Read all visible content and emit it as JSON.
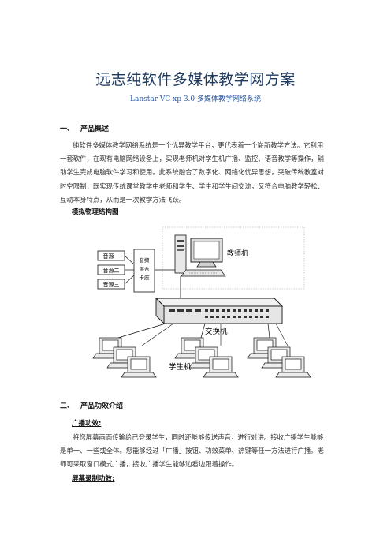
{
  "doc": {
    "title": "远志纯软件多媒体教学网方案",
    "subtitle": "Lanstar VC xp 3.0 多媒体教学网络系统",
    "section1": {
      "number": "一、",
      "heading": "产品概述",
      "lines": [
        "纯软件多媒体教学网络系统是一个优异教学平台，更代表着一个崭新教学方法。它利用",
        "一套软件，在现有电脑网络设备上，实现老师机对学生机广播、监控、语音教学等操作，辅",
        "助学生完成电脑软件学习和使用。此系统融合了数字化、网络化优异思想，突破传统教室对",
        "时空限制，既实现传统课堂教学中老师和学生、学生和学生间交流，又符合电脑教学轻松、",
        "互动本身特点，从而是一次教学方法飞跃。"
      ],
      "diagram_heading": "模拟物理结构图"
    },
    "diagram": {
      "sources": [
        "音源一",
        "音源二",
        "音源三"
      ],
      "sound_card": [
        "音频",
        "混合",
        "卡座"
      ],
      "teacher_label": "教师机",
      "switch_label": "交换机",
      "student_label": "学生机"
    },
    "section2": {
      "number": "二、",
      "heading": "产品功效介绍",
      "broadcast": {
        "heading": "广播功效:",
        "lines": [
          "将您屏幕画面传输给已登录学生，同时还能够传送声音，进行对讲。接收广播学生能够",
          "是单一、一些或全体。您能够经过「广播」按钮、功效菜单、热键等任一方法进行广播。老",
          "师可采取窗口模式广播，接收广播学生能够边看边跟着操作。"
        ]
      },
      "record_heading": "屏幕录制功效:"
    }
  }
}
